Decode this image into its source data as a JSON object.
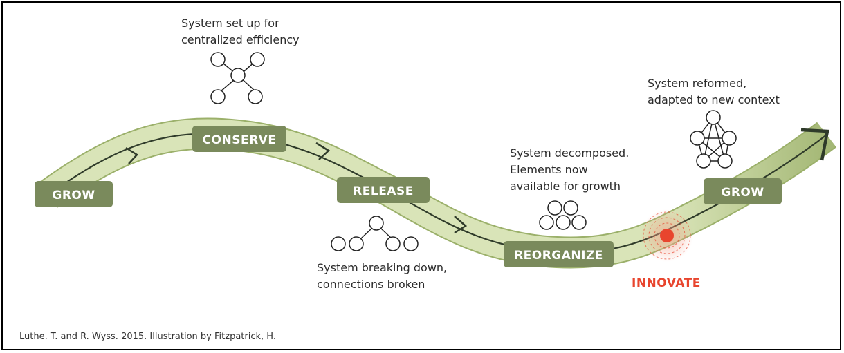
{
  "stages": {
    "grow_start": "GROW",
    "conserve": "CONSERVE",
    "release": "RELEASE",
    "reorganize": "REORGANIZE",
    "grow_end": "GROW"
  },
  "innovate_label": "INNOVATE",
  "annotations": {
    "conserve": [
      "System set up for",
      "centralized efficiency"
    ],
    "release": [
      "System breaking down,",
      "connections broken"
    ],
    "reorganize": [
      "System decomposed.",
      "Elements now",
      "available for growth"
    ],
    "grow_end": [
      "System reformed,",
      "adapted to new context"
    ]
  },
  "credit": "Luthe. T. and R. Wyss. 2015. Illustration by Fitzpatrick, H.",
  "colors": {
    "band_fill": "#d9e4b8",
    "band_edge": "#9bb06a",
    "path_line": "#2f3b2a",
    "stage_box": "#7a8a5c",
    "innovate": "#e8452e",
    "icon_stroke": "#222222"
  }
}
